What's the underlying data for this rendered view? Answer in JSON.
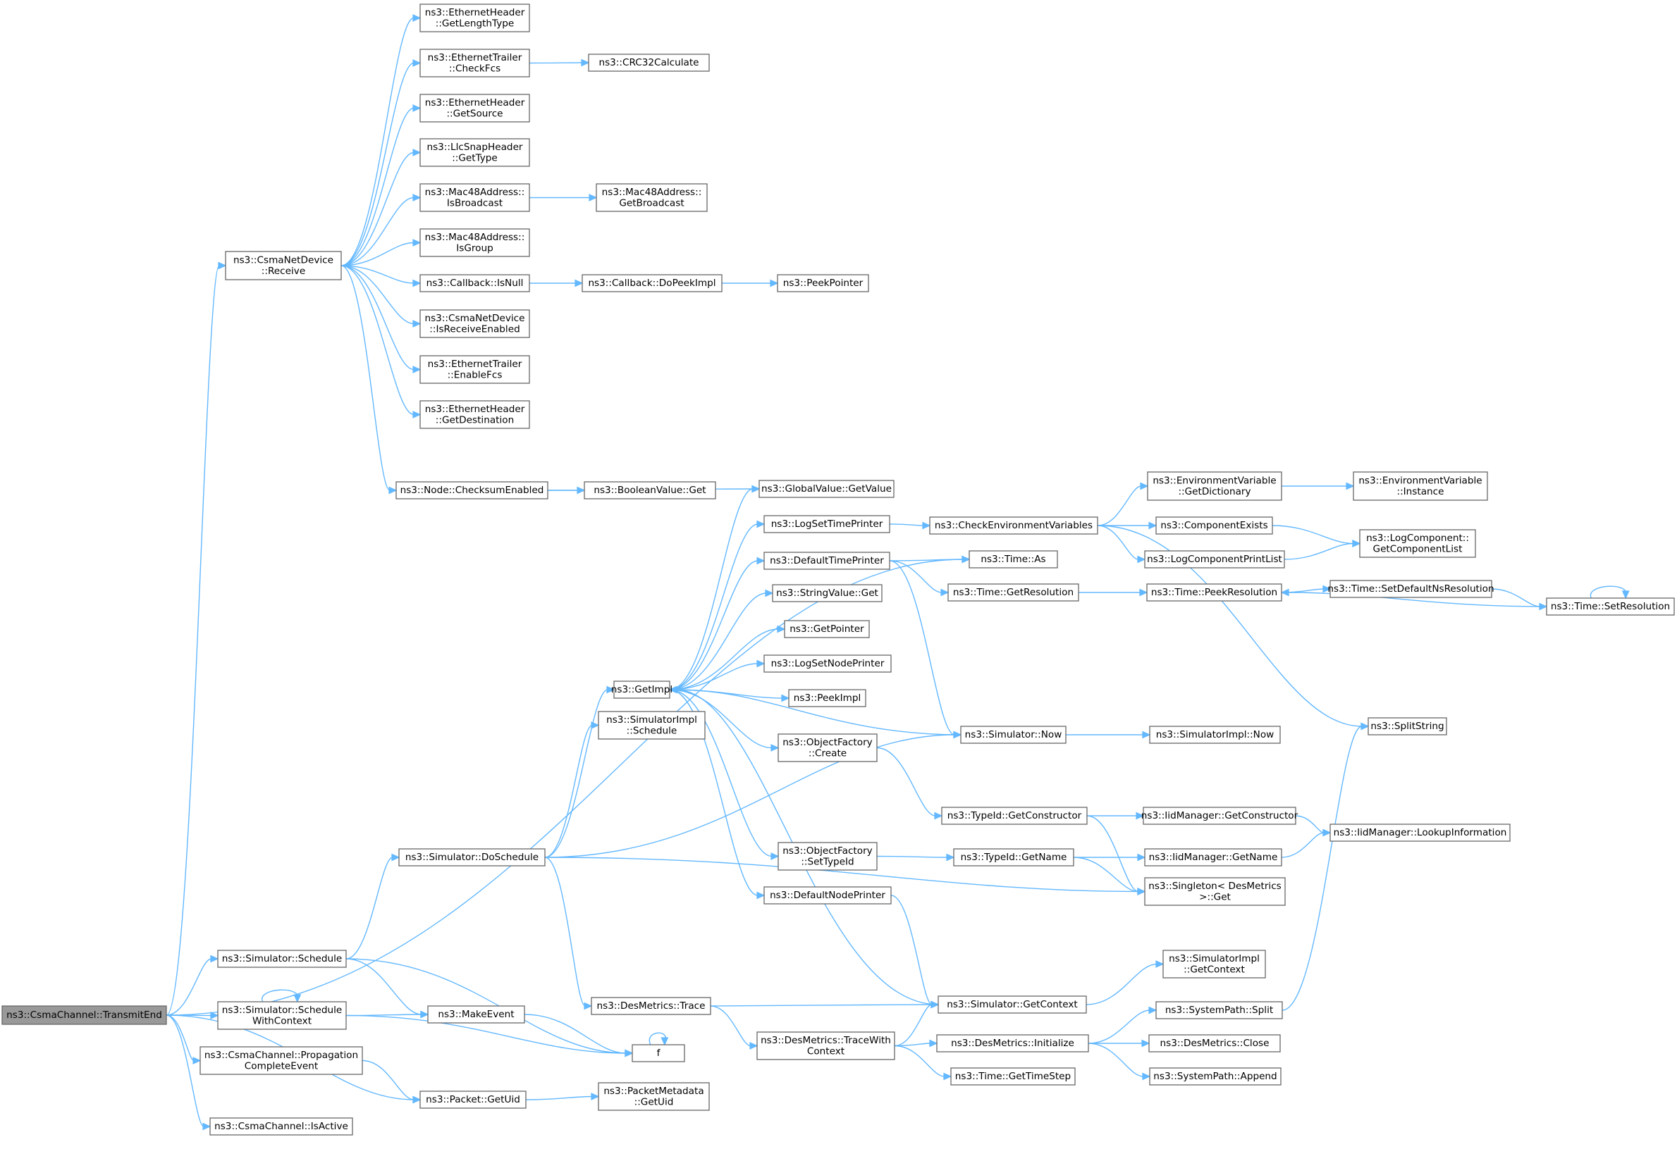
{
  "diagram": {
    "colors": {
      "edge": "#63b8ff",
      "node_border": "#666666",
      "root_fill": "#999999",
      "node_fill": "#ffffff"
    },
    "nodes": [
      {
        "id": "transmitEnd",
        "lines": [
          "ns3::CsmaChannel::TransmitEnd"
        ],
        "root": true
      },
      {
        "id": "receive",
        "lines": [
          "ns3::CsmaNetDevice",
          "::Receive"
        ]
      },
      {
        "id": "schedule",
        "lines": [
          "ns3::Simulator::Schedule"
        ]
      },
      {
        "id": "scheduleWithCtx",
        "lines": [
          "ns3::Simulator::Schedule",
          "WithContext"
        ]
      },
      {
        "id": "propagation",
        "lines": [
          "ns3::CsmaChannel::Propagation",
          "CompleteEvent"
        ]
      },
      {
        "id": "isActive",
        "lines": [
          "ns3::CsmaChannel::IsActive"
        ]
      },
      {
        "id": "getLengthType",
        "lines": [
          "ns3::EthernetHeader",
          "::GetLengthType"
        ]
      },
      {
        "id": "checkFcs",
        "lines": [
          "ns3::EthernetTrailer",
          "::CheckFcs"
        ]
      },
      {
        "id": "getSource",
        "lines": [
          "ns3::EthernetHeader",
          "::GetSource"
        ]
      },
      {
        "id": "llcGetType",
        "lines": [
          "ns3::LlcSnapHeader",
          "::GetType"
        ]
      },
      {
        "id": "isBroadcast",
        "lines": [
          "ns3::Mac48Address::",
          "IsBroadcast"
        ]
      },
      {
        "id": "isGroup",
        "lines": [
          "ns3::Mac48Address::",
          "IsGroup"
        ]
      },
      {
        "id": "isNull",
        "lines": [
          "ns3::Callback::IsNull"
        ]
      },
      {
        "id": "isReceiveEnabled",
        "lines": [
          "ns3::CsmaNetDevice",
          "::IsReceiveEnabled"
        ]
      },
      {
        "id": "enableFcs",
        "lines": [
          "ns3::EthernetTrailer",
          "::EnableFcs"
        ]
      },
      {
        "id": "getDestination",
        "lines": [
          "ns3::EthernetHeader",
          "::GetDestination"
        ]
      },
      {
        "id": "checksumEnabled",
        "lines": [
          "ns3::Node::ChecksumEnabled"
        ]
      },
      {
        "id": "doSchedule",
        "lines": [
          "ns3::Simulator::DoSchedule"
        ]
      },
      {
        "id": "makeEvent",
        "lines": [
          "ns3::MakeEvent"
        ]
      },
      {
        "id": "packetGetUid",
        "lines": [
          "ns3::Packet::GetUid"
        ]
      },
      {
        "id": "crc32",
        "lines": [
          "ns3::CRC32Calculate"
        ]
      },
      {
        "id": "getBroadcast",
        "lines": [
          "ns3::Mac48Address::",
          "GetBroadcast"
        ]
      },
      {
        "id": "doPeekImpl",
        "lines": [
          "ns3::Callback::DoPeekImpl"
        ]
      },
      {
        "id": "booleanGet",
        "lines": [
          "ns3::BooleanValue::Get"
        ]
      },
      {
        "id": "getImpl",
        "lines": [
          "ns3::GetImpl"
        ]
      },
      {
        "id": "simImplSchedule",
        "lines": [
          "ns3::SimulatorImpl",
          "::Schedule"
        ]
      },
      {
        "id": "desTrace",
        "lines": [
          "ns3::DesMetrics::Trace"
        ]
      },
      {
        "id": "f",
        "lines": [
          "f"
        ]
      },
      {
        "id": "metaGetUid",
        "lines": [
          "ns3::PacketMetadata",
          "::GetUid"
        ]
      },
      {
        "id": "peekPointer",
        "lines": [
          "ns3::PeekPointer"
        ]
      },
      {
        "id": "globalGetValue",
        "lines": [
          "ns3::GlobalValue::GetValue"
        ]
      },
      {
        "id": "logSetTimePrinter",
        "lines": [
          "ns3::LogSetTimePrinter"
        ]
      },
      {
        "id": "defaultTimePrinter",
        "lines": [
          "ns3::DefaultTimePrinter"
        ]
      },
      {
        "id": "stringGet",
        "lines": [
          "ns3::StringValue::Get"
        ]
      },
      {
        "id": "getPointer",
        "lines": [
          "ns3::GetPointer"
        ]
      },
      {
        "id": "logSetNodePrinter",
        "lines": [
          "ns3::LogSetNodePrinter"
        ]
      },
      {
        "id": "peekImpl",
        "lines": [
          "ns3::PeekImpl"
        ]
      },
      {
        "id": "objCreate",
        "lines": [
          "ns3::ObjectFactory",
          "::Create"
        ]
      },
      {
        "id": "objSetTypeId",
        "lines": [
          "ns3::ObjectFactory",
          "::SetTypeId"
        ]
      },
      {
        "id": "defaultNodePrinter",
        "lines": [
          "ns3::DefaultNodePrinter"
        ]
      },
      {
        "id": "traceWithCtx",
        "lines": [
          "ns3::DesMetrics::TraceWith",
          "Context"
        ]
      },
      {
        "id": "checkEnvVars",
        "lines": [
          "ns3::CheckEnvironmentVariables"
        ]
      },
      {
        "id": "timeAs",
        "lines": [
          "ns3::Time::As"
        ]
      },
      {
        "id": "timeGetResolution",
        "lines": [
          "ns3::Time::GetResolution"
        ]
      },
      {
        "id": "simNow",
        "lines": [
          "ns3::Simulator::Now"
        ]
      },
      {
        "id": "typeGetConstructor",
        "lines": [
          "ns3::TypeId::GetConstructor"
        ]
      },
      {
        "id": "typeGetName",
        "lines": [
          "ns3::TypeId::GetName"
        ]
      },
      {
        "id": "simGetContext",
        "lines": [
          "ns3::Simulator::GetContext"
        ]
      },
      {
        "id": "desInitialize",
        "lines": [
          "ns3::DesMetrics::Initialize"
        ]
      },
      {
        "id": "getTimeStep",
        "lines": [
          "ns3::Time::GetTimeStep"
        ]
      },
      {
        "id": "envGetDictionary",
        "lines": [
          "ns3::EnvironmentVariable",
          "::GetDictionary"
        ]
      },
      {
        "id": "componentExists",
        "lines": [
          "ns3::ComponentExists"
        ]
      },
      {
        "id": "logComponentPrintList",
        "lines": [
          "ns3::LogComponentPrintList"
        ]
      },
      {
        "id": "timePeekResolution",
        "lines": [
          "ns3::Time::PeekResolution"
        ]
      },
      {
        "id": "simImplNow",
        "lines": [
          "ns3::SimulatorImpl::Now"
        ]
      },
      {
        "id": "iidGetConstructor",
        "lines": [
          "ns3::IidManager::GetConstructor"
        ]
      },
      {
        "id": "iidGetName",
        "lines": [
          "ns3::IidManager::GetName"
        ]
      },
      {
        "id": "singletonGet",
        "lines": [
          "ns3::Singleton< DesMetrics",
          ">::Get"
        ]
      },
      {
        "id": "simImplGetContext",
        "lines": [
          "ns3::SimulatorImpl",
          "::GetContext"
        ]
      },
      {
        "id": "sysSplit",
        "lines": [
          "ns3::SystemPath::Split"
        ]
      },
      {
        "id": "desClose",
        "lines": [
          "ns3::DesMetrics::Close"
        ]
      },
      {
        "id": "sysAppend",
        "lines": [
          "ns3::SystemPath::Append"
        ]
      },
      {
        "id": "envInstance",
        "lines": [
          "ns3::EnvironmentVariable",
          "::Instance"
        ]
      },
      {
        "id": "logGetComponentList",
        "lines": [
          "ns3::LogComponent::",
          "GetComponentList"
        ]
      },
      {
        "id": "setDefaultNsRes",
        "lines": [
          "ns3::Time::SetDefaultNsResolution"
        ]
      },
      {
        "id": "setResolution",
        "lines": [
          "ns3::Time::SetResolution"
        ]
      },
      {
        "id": "splitString",
        "lines": [
          "ns3::SplitString"
        ]
      },
      {
        "id": "iidLookup",
        "lines": [
          "ns3::IidManager::LookupInformation"
        ]
      }
    ],
    "edges": [
      [
        "transmitEnd",
        "receive"
      ],
      [
        "transmitEnd",
        "timeAs"
      ],
      [
        "transmitEnd",
        "schedule"
      ],
      [
        "transmitEnd",
        "scheduleWithCtx"
      ],
      [
        "transmitEnd",
        "propagation"
      ],
      [
        "transmitEnd",
        "packetGetUid"
      ],
      [
        "transmitEnd",
        "isActive"
      ],
      [
        "receive",
        "getLengthType"
      ],
      [
        "receive",
        "checkFcs"
      ],
      [
        "receive",
        "getSource"
      ],
      [
        "receive",
        "llcGetType"
      ],
      [
        "receive",
        "isBroadcast"
      ],
      [
        "receive",
        "isGroup"
      ],
      [
        "receive",
        "isNull"
      ],
      [
        "receive",
        "isReceiveEnabled"
      ],
      [
        "receive",
        "enableFcs"
      ],
      [
        "receive",
        "getDestination"
      ],
      [
        "receive",
        "checksumEnabled"
      ],
      [
        "checkFcs",
        "crc32"
      ],
      [
        "isBroadcast",
        "getBroadcast"
      ],
      [
        "isNull",
        "doPeekImpl"
      ],
      [
        "doPeekImpl",
        "peekPointer"
      ],
      [
        "checksumEnabled",
        "booleanGet"
      ],
      [
        "checksumEnabled",
        "globalGetValue"
      ],
      [
        "schedule",
        "doSchedule"
      ],
      [
        "schedule",
        "makeEvent"
      ],
      [
        "schedule",
        "f"
      ],
      [
        "scheduleWithCtx",
        "scheduleWithCtx"
      ],
      [
        "scheduleWithCtx",
        "makeEvent"
      ],
      [
        "scheduleWithCtx",
        "f"
      ],
      [
        "propagation",
        "packetGetUid"
      ],
      [
        "makeEvent",
        "f"
      ],
      [
        "f",
        "f"
      ],
      [
        "packetGetUid",
        "metaGetUid"
      ],
      [
        "doSchedule",
        "getImpl"
      ],
      [
        "doSchedule",
        "simImplSchedule"
      ],
      [
        "doSchedule",
        "simNow"
      ],
      [
        "doSchedule",
        "singletonGet"
      ],
      [
        "doSchedule",
        "desTrace"
      ],
      [
        "getImpl",
        "globalGetValue"
      ],
      [
        "getImpl",
        "logSetTimePrinter"
      ],
      [
        "getImpl",
        "defaultTimePrinter"
      ],
      [
        "getImpl",
        "stringGet"
      ],
      [
        "getImpl",
        "getPointer"
      ],
      [
        "getImpl",
        "logSetNodePrinter"
      ],
      [
        "getImpl",
        "peekImpl"
      ],
      [
        "getImpl",
        "objCreate"
      ],
      [
        "getImpl",
        "objSetTypeId"
      ],
      [
        "getImpl",
        "defaultNodePrinter"
      ],
      [
        "simNow",
        "getImpl"
      ],
      [
        "simGetContext",
        "getImpl"
      ],
      [
        "logSetTimePrinter",
        "checkEnvVars"
      ],
      [
        "defaultTimePrinter",
        "timeAs"
      ],
      [
        "defaultTimePrinter",
        "timeGetResolution"
      ],
      [
        "defaultTimePrinter",
        "simNow"
      ],
      [
        "objCreate",
        "typeGetConstructor"
      ],
      [
        "objSetTypeId",
        "typeGetName"
      ],
      [
        "defaultNodePrinter",
        "simGetContext"
      ],
      [
        "desTrace",
        "simGetContext"
      ],
      [
        "desTrace",
        "traceWithCtx"
      ],
      [
        "traceWithCtx",
        "simGetContext"
      ],
      [
        "traceWithCtx",
        "desInitialize"
      ],
      [
        "traceWithCtx",
        "getTimeStep"
      ],
      [
        "checkEnvVars",
        "envGetDictionary"
      ],
      [
        "checkEnvVars",
        "componentExists"
      ],
      [
        "checkEnvVars",
        "logComponentPrintList"
      ],
      [
        "checkEnvVars",
        "splitString"
      ],
      [
        "timeGetResolution",
        "timePeekResolution"
      ],
      [
        "simNow",
        "simImplNow"
      ],
      [
        "typeGetConstructor",
        "iidGetConstructor"
      ],
      [
        "typeGetConstructor",
        "singletonGet"
      ],
      [
        "typeGetName",
        "iidGetName"
      ],
      [
        "typeGetName",
        "singletonGet"
      ],
      [
        "simGetContext",
        "simImplGetContext"
      ],
      [
        "desInitialize",
        "sysSplit"
      ],
      [
        "desInitialize",
        "desClose"
      ],
      [
        "desInitialize",
        "sysAppend"
      ],
      [
        "envGetDictionary",
        "envInstance"
      ],
      [
        "componentExists",
        "logGetComponentList"
      ],
      [
        "logComponentPrintList",
        "logGetComponentList"
      ],
      [
        "timePeekResolution",
        "setDefaultNsRes"
      ],
      [
        "setDefaultNsRes",
        "setResolution"
      ],
      [
        "setResolution",
        "timePeekResolution"
      ],
      [
        "setResolution",
        "setResolution"
      ],
      [
        "iidGetConstructor",
        "iidLookup"
      ],
      [
        "iidGetName",
        "iidLookup"
      ],
      [
        "sysSplit",
        "splitString"
      ]
    ]
  }
}
